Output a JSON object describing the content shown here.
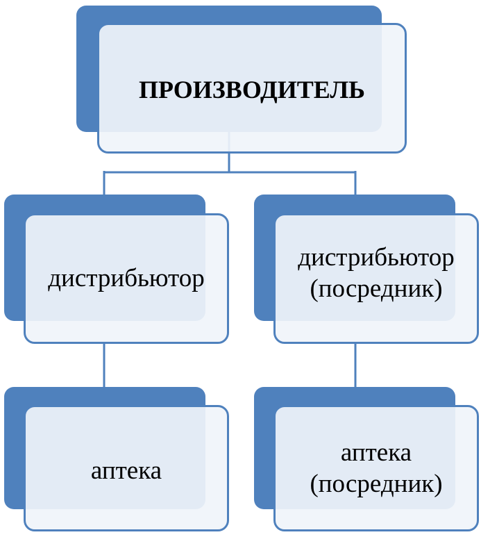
{
  "colors": {
    "accent": "#4f81bd",
    "card_fill": "#eef3f9",
    "text": "#000000"
  },
  "nodes": {
    "root": {
      "label": "ПРОИЗВОДИТЕЛЬ"
    },
    "left_mid": {
      "label": "дистрибьютор"
    },
    "right_mid": {
      "label": "дистрибьютор\n(посредник)"
    },
    "left_bottom": {
      "label": "аптека"
    },
    "right_bottom": {
      "label": "аптека\n(посредник)"
    }
  }
}
